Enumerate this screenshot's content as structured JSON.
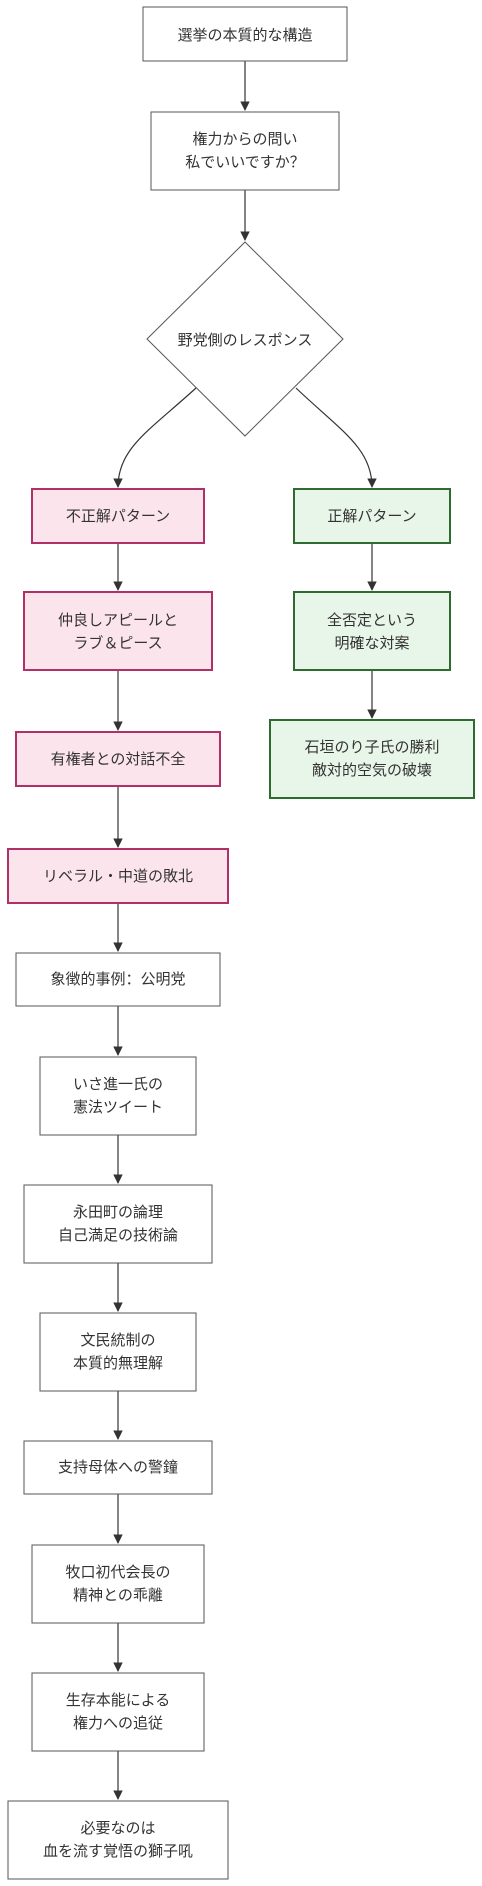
{
  "nodes": {
    "start": [
      "選挙の本質的な構造"
    ],
    "question": [
      "権力からの問い",
      "私でいいですか？"
    ],
    "decision": [
      "野党側のレスポンス"
    ],
    "wrong": [
      "不正解パターン"
    ],
    "right": [
      "正解パターン"
    ],
    "rightA": [
      "全否定という",
      "明確な対案"
    ],
    "rightB": [
      "石垣のり子氏の勝利",
      "敵対的空気の破壊"
    ],
    "wrong1": [
      "仲良しアピールと",
      "ラブ＆ピース"
    ],
    "wrong2": [
      "有権者との対話不全"
    ],
    "wrong3": [
      "リベラル・中道の敗北"
    ],
    "case": [
      "象徴的事例：公明党"
    ],
    "c1": [
      "いさ進一氏の",
      "憲法ツイート"
    ],
    "c2": [
      "永田町の論理",
      "自己満足の技術論"
    ],
    "c3": [
      "文民統制の",
      "本質的無理解"
    ],
    "c4": [
      "支持母体への警鐘"
    ],
    "c5": [
      "牧口初代会長の",
      "精神との乖離"
    ],
    "c6": [
      "生存本能による",
      "権力への追従"
    ],
    "c7": [
      "必要なのは",
      "血を流す覚悟の獅子吼"
    ]
  }
}
